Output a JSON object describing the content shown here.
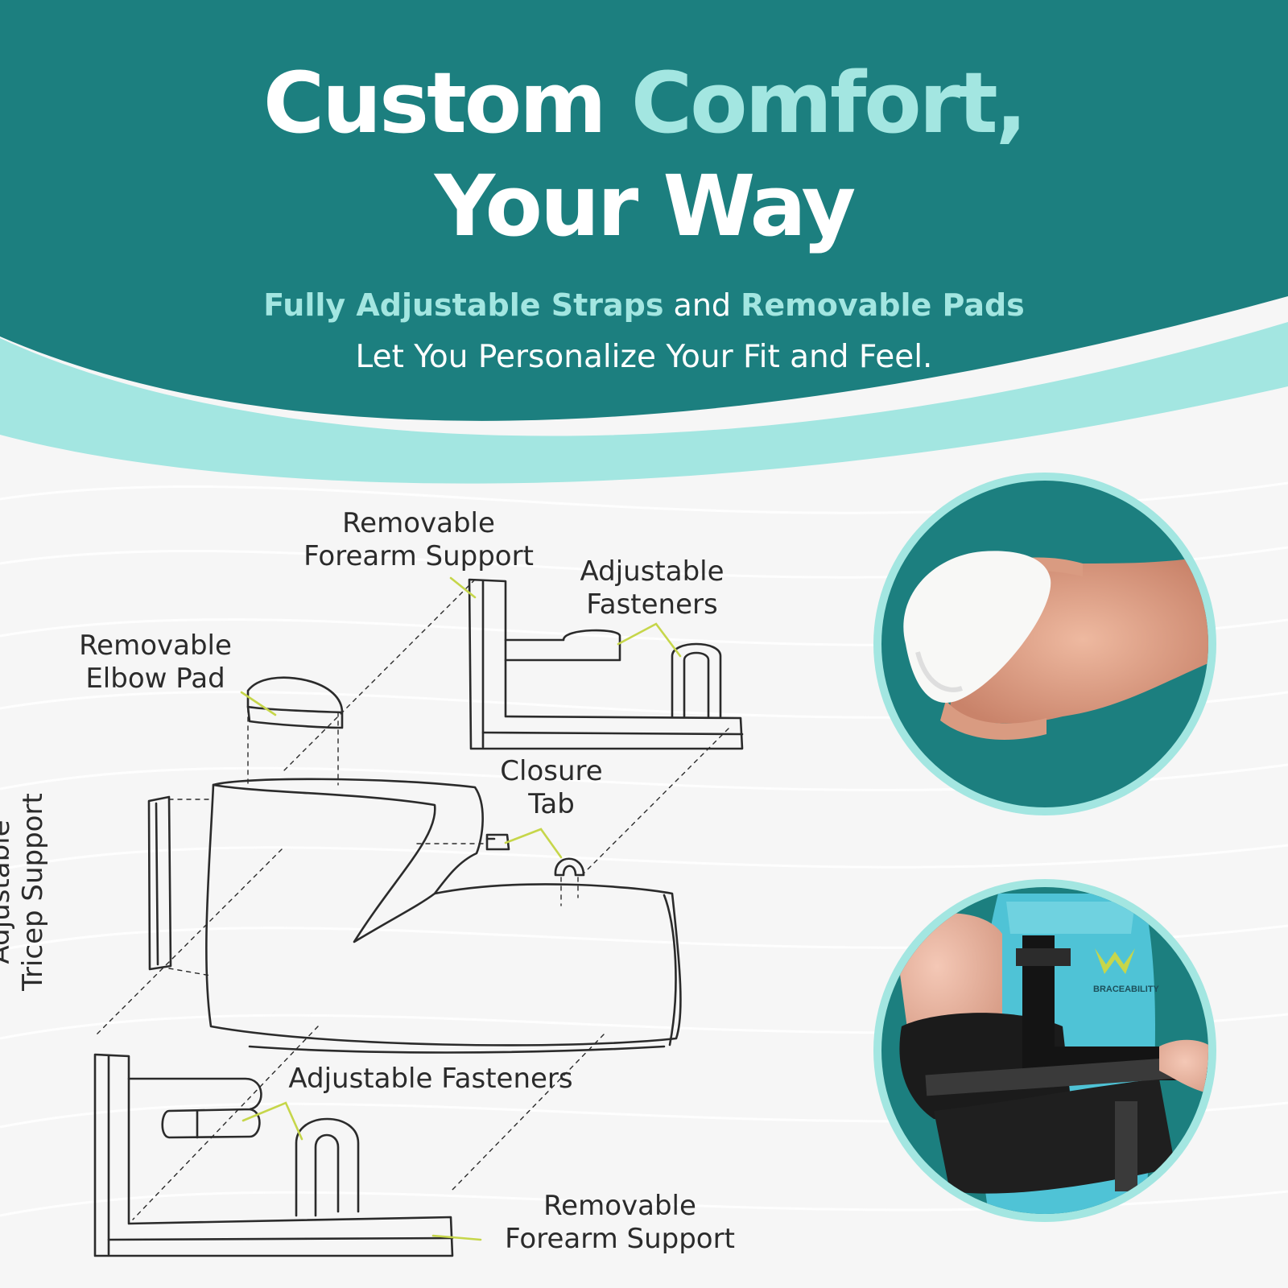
{
  "headline": {
    "line1_part1": "Custom ",
    "line1_part2": "Comfort,",
    "line2": "Your Way"
  },
  "subheadline": {
    "highlight1": "Fully Adjustable Straps",
    "connector": " and ",
    "highlight2": "Removable Pads",
    "line2": "Let You Personalize Your Fit and Feel."
  },
  "labels": {
    "forearm_support_top": [
      "Removable",
      "Forearm Support"
    ],
    "fasteners_top": [
      "Adjustable",
      "Fasteners"
    ],
    "elbow_pad": [
      "Removable",
      "Elbow Pad"
    ],
    "closure_tab": [
      "Closure",
      "Tab"
    ],
    "tricep_support": [
      "Adjustable",
      "Tricep Support"
    ],
    "fasteners_bottom": "Adjustable Fasteners",
    "forearm_support_bottom": [
      "Removable",
      "Forearm Support"
    ]
  },
  "photo_badges": {
    "brand_mark": "BRACEABILITY"
  },
  "colors": {
    "teal_dark": "#1c7f7f",
    "teal_light": "#a3e6e1",
    "leader_line": "#c6d64a",
    "outline": "#2b2b2b"
  },
  "icons": [
    "elbow-pad-photo",
    "brace-on-arm-photo"
  ]
}
